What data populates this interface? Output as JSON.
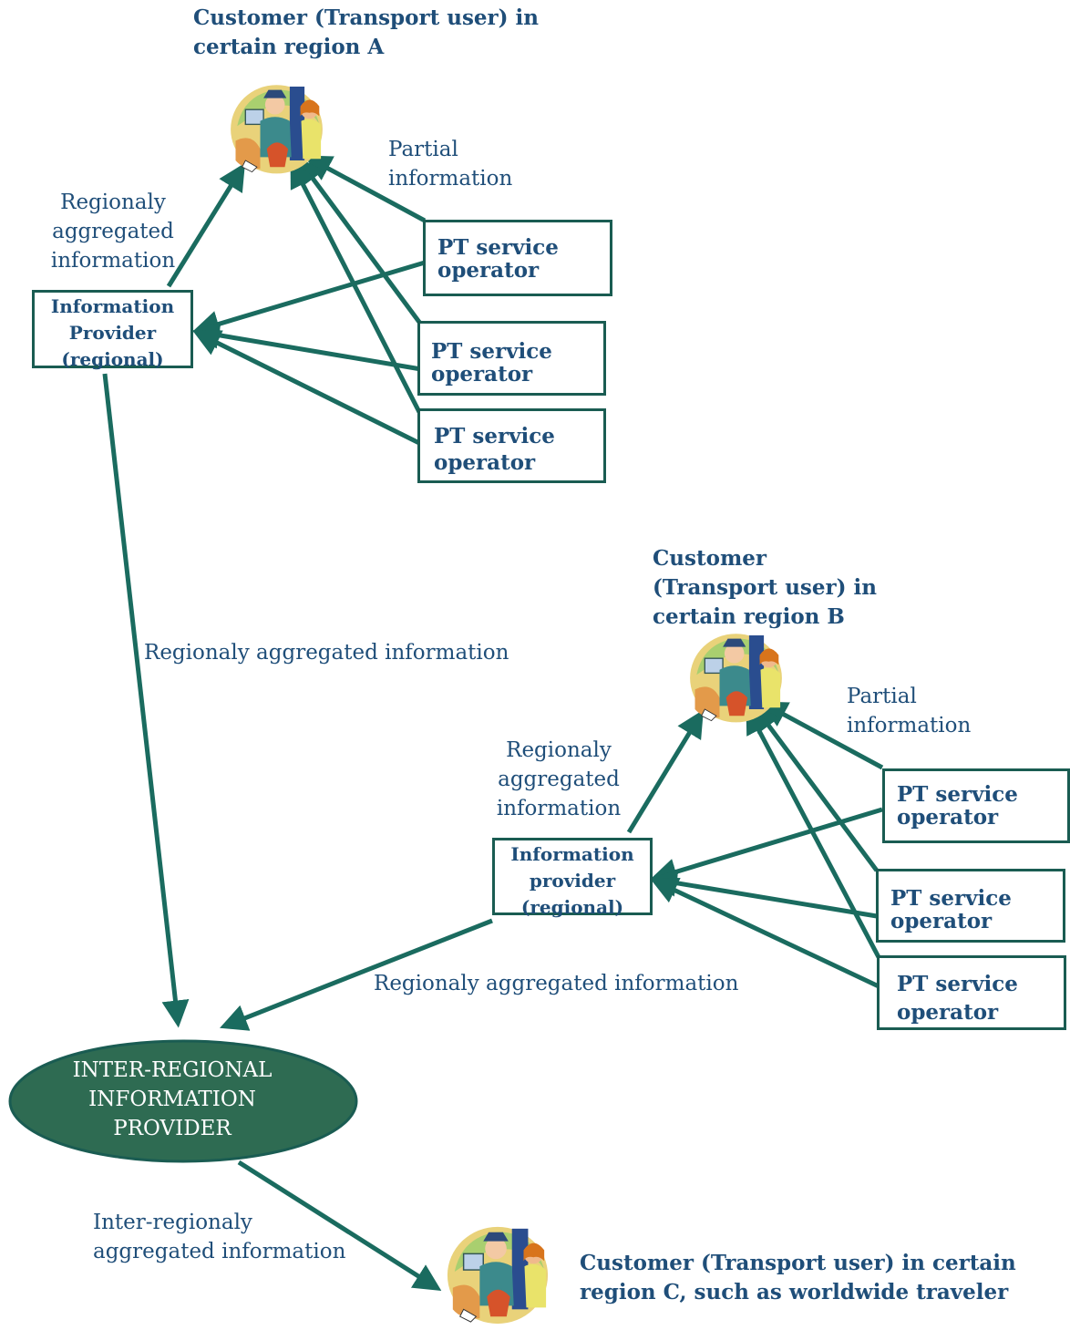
{
  "region_a": {
    "customer_label": "Customer (Transport user) in\ncertain region A",
    "partial_label": "Partial\ninformation",
    "aggregated_label": "Regionaly\naggregated\ninformation",
    "info_provider": "Information\nProvider\n(regional)",
    "operators": [
      "PT service\noperator",
      "PT service\noperator",
      "PT service\noperator"
    ]
  },
  "region_b": {
    "customer_label": "Customer\n(Transport user) in\ncertain region B",
    "partial_label": "Partial\ninformation",
    "aggregated_label": "Regionaly\naggregated\ninformation",
    "info_provider": "Information\nprovider\n(regional)",
    "operators": [
      "PT service\noperator",
      "PT service\noperator",
      "PT service\noperator"
    ]
  },
  "flows": {
    "a_to_inter": "Regionaly aggregated information",
    "b_to_inter": "Regionaly aggregated information",
    "inter_to_c": "Inter-regionaly\naggregated information"
  },
  "inter_regional": {
    "label": "INTER-REGIONAL\nINFORMATION\nPROVIDER"
  },
  "region_c": {
    "customer_label": "Customer (Transport user) in certain\nregion C, such as worldwide traveler"
  },
  "colors": {
    "arrow": "#1a6b5f",
    "box_border": "#1a5c52",
    "text": "#1f4e79",
    "ellipse_fill": "#2e6b52"
  },
  "icons": [
    "customer-clipart-icon"
  ]
}
